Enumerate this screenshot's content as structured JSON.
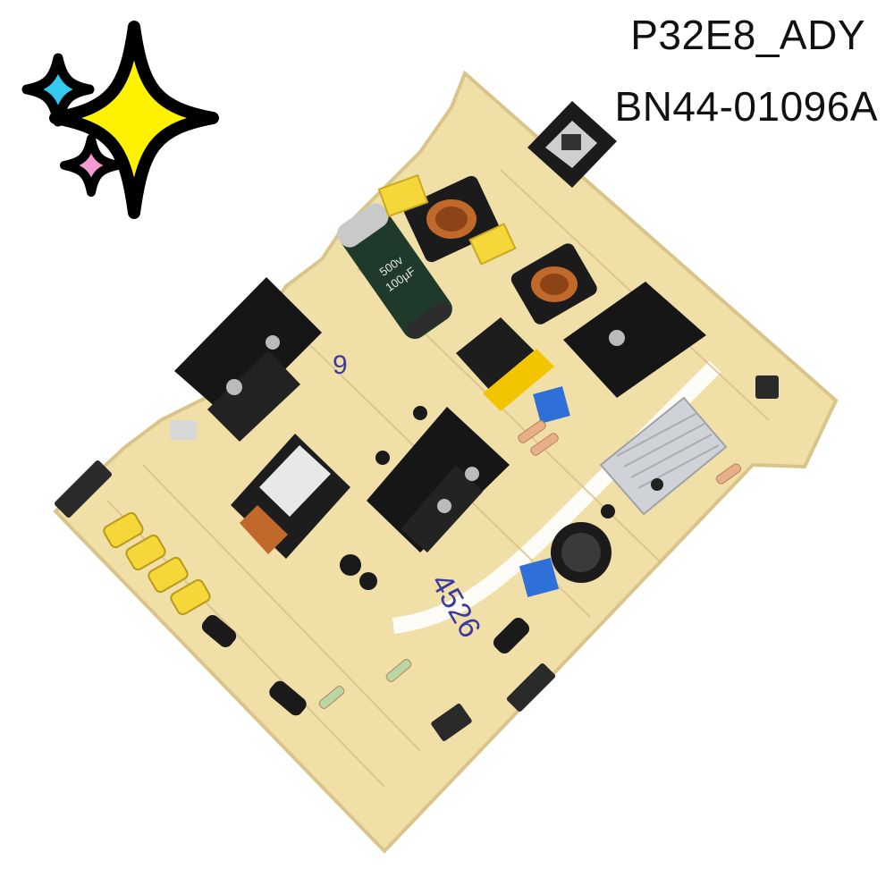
{
  "labels": {
    "model": "P32E8_ADY",
    "part_number": "BN44-01096A"
  },
  "board_markings": {
    "capacitor_voltage": "500v",
    "capacitor_capacity": "100µF",
    "handwritten_1": "4526",
    "handwritten_2": "9"
  },
  "colors": {
    "board": "#f1dfa8",
    "board_edge": "#d9c48a",
    "sparkle_big": "#fff200",
    "sparkle_blue": "#35c8f0",
    "sparkle_pink": "#f39bd0",
    "heatsink": "#161616",
    "aluminum": "#cfd2d6",
    "copper": "#c0692a",
    "yellow_cap": "#f5d73a",
    "blue_part": "#2f6fd8"
  },
  "icons": [
    "sparkle-icon"
  ]
}
